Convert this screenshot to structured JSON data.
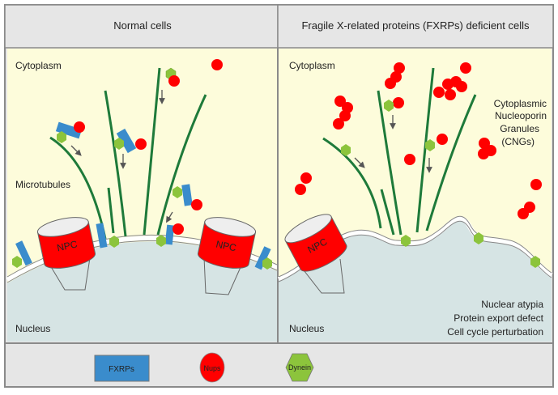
{
  "panels": {
    "left": {
      "title": "Normal cells",
      "cytoplasm_label": "Cytoplasm",
      "microtubules_label": "Microtubules",
      "nucleus_label": "Nucleus",
      "npc_label": "NPC"
    },
    "right": {
      "title": "Fragile X-related proteins (FXRPs) deficient cells",
      "cytoplasm_label": "Cytoplasm",
      "cng_label_lines": [
        "Cytoplasmic",
        "Nucleoporin",
        "Granules",
        "(CNGs)"
      ],
      "nucleus_label": "Nucleus",
      "npc_label": "NPC",
      "phenotypes": [
        "Nuclear atypia",
        "Protein export defect",
        "Cell cycle perturbation"
      ]
    }
  },
  "legend": {
    "fxrps": "FXRPs",
    "nups": "Nups",
    "dynein": "Dynein"
  },
  "colors": {
    "header_bg": "#e6e6e6",
    "cytoplasm": "#fdfcdb",
    "nucleus": "#d6e4e4",
    "microtubule": "#1e7a3a",
    "fxrp": "#3a8ccc",
    "nup": "#ff0000",
    "dynein": "#8cc43c",
    "border": "#8a8a8a"
  }
}
